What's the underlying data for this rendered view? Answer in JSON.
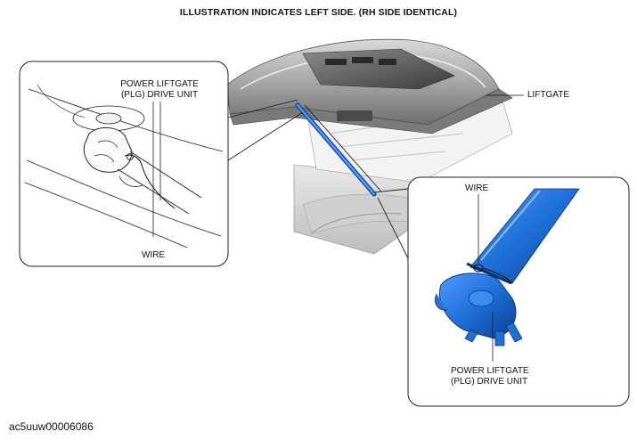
{
  "title": "ILLUSTRATION INDICATES LEFT SIDE. (RH SIDE IDENTICAL)",
  "labels": {
    "liftgate": "LIFTGATE",
    "left_inset": {
      "drive_unit_line1": "POWER LIFTGATE",
      "drive_unit_line2": "(PLG) DRIVE UNIT",
      "wire": "WIRE"
    },
    "right_inset": {
      "wire": "WIRE",
      "drive_unit_line1": "POWER LIFTGATE",
      "drive_unit_line2": "(PLG) DRIVE UNIT"
    }
  },
  "figure_code": "ac5uuw00006086",
  "colors": {
    "drive_unit_blue": "#1f6fd9",
    "line": "#111111",
    "liftgate_gray": "#9a9a9a"
  }
}
